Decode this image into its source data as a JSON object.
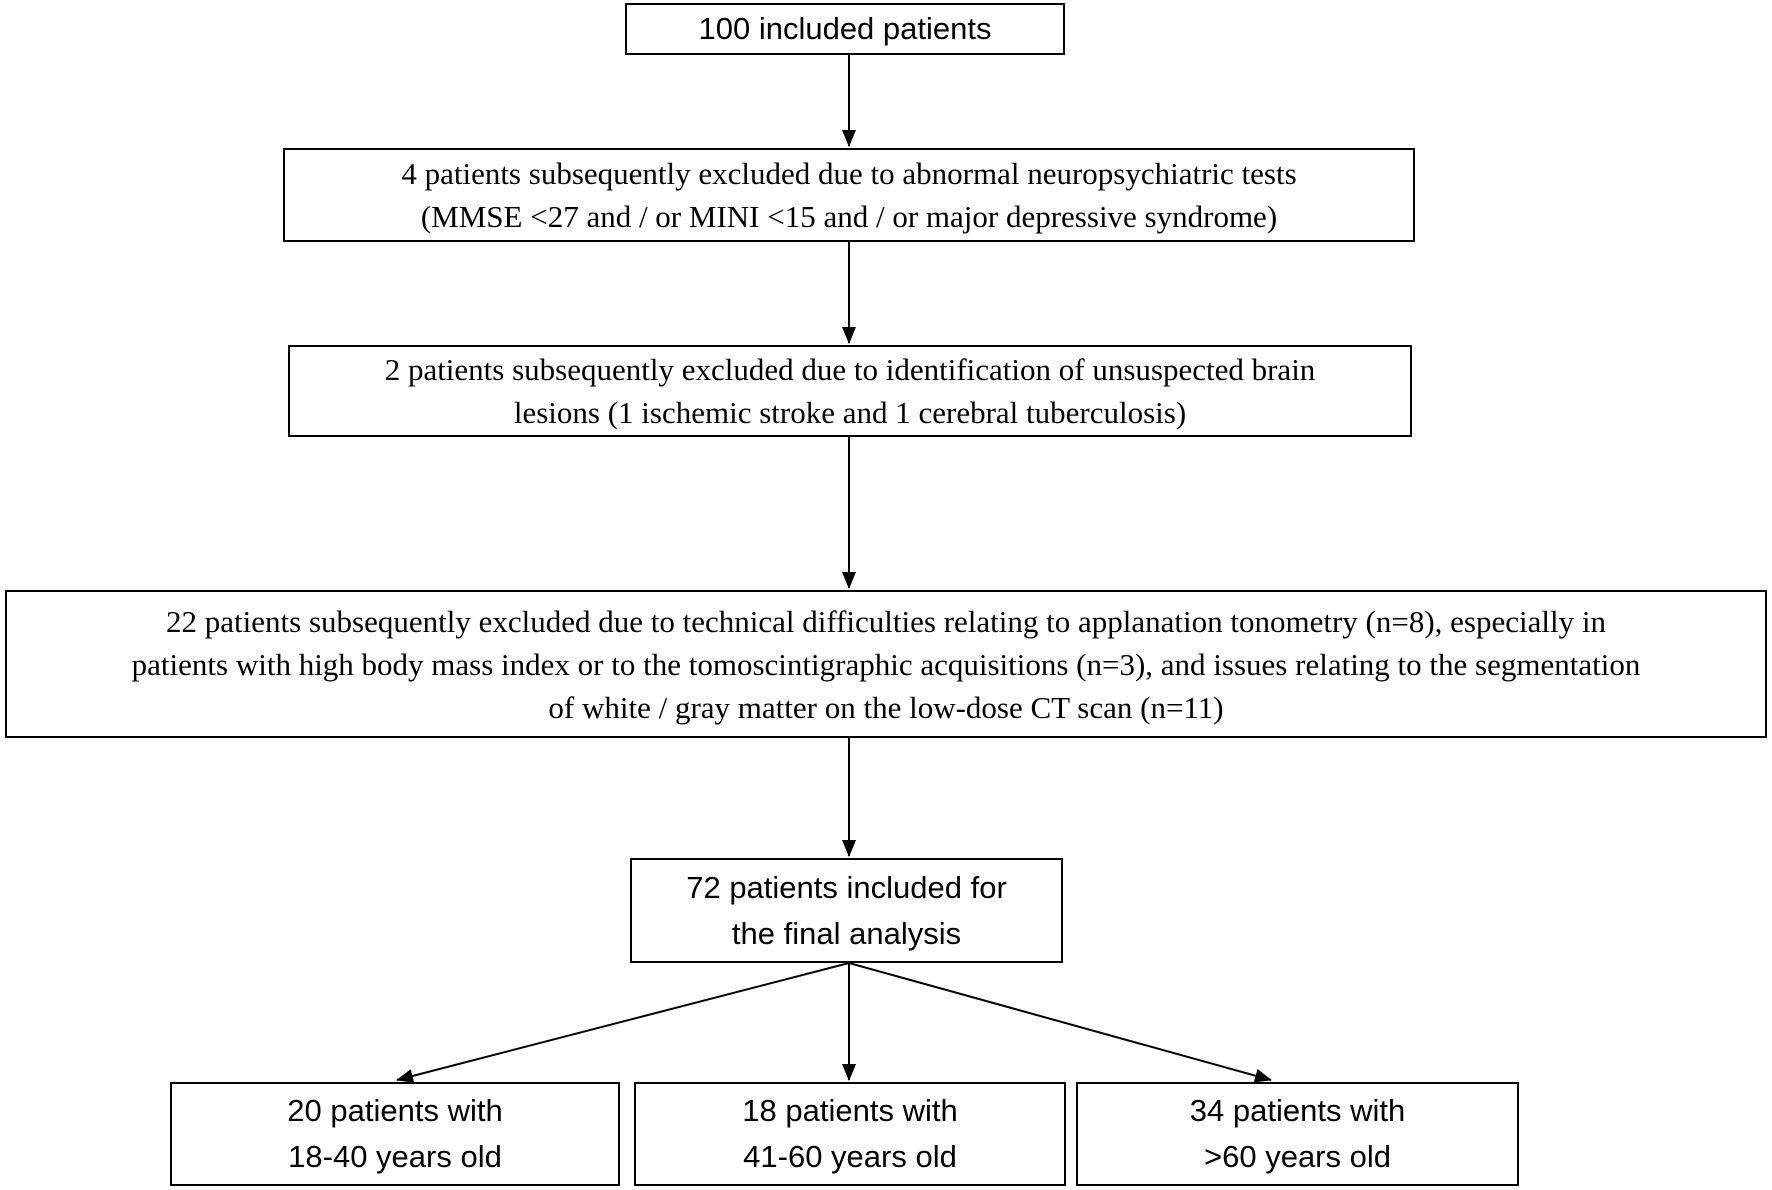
{
  "colors": {
    "background": "#ffffff",
    "box_border": "#000000",
    "text": "#000000",
    "arrow": "#000000"
  },
  "flowchart": {
    "nodes": {
      "included": {
        "lines": [
          "100 included patients"
        ]
      },
      "excluded_neuropsychiatric": {
        "lines": [
          "4 patients subsequently excluded due to abnormal neuropsychiatric tests",
          "(MMSE <27 and / or MINI <15 and / or major depressive syndrome)"
        ]
      },
      "excluded_brain_lesions": {
        "lines": [
          "2 patients subsequently excluded due to identification of unsuspected brain",
          "lesions (1 ischemic stroke and 1 cerebral tuberculosis)"
        ]
      },
      "excluded_technical": {
        "lines": [
          "22 patients subsequently excluded due to technical difficulties relating to applanation tonometry (n=8), especially in",
          "patients with high body mass index or to the tomoscintigraphic acquisitions (n=3), and issues relating to the segmentation",
          "of white / gray matter on the low-dose CT scan (n=11)"
        ]
      },
      "final_analysis": {
        "lines": [
          "72 patients included for",
          "the final analysis"
        ]
      },
      "age_18_40": {
        "lines": [
          "20 patients with",
          "18-40 years old"
        ]
      },
      "age_41_60": {
        "lines": [
          "18 patients with",
          "41-60 years old"
        ]
      },
      "age_over_60": {
        "lines": [
          "34 patients with",
          ">60 years old"
        ]
      }
    }
  }
}
